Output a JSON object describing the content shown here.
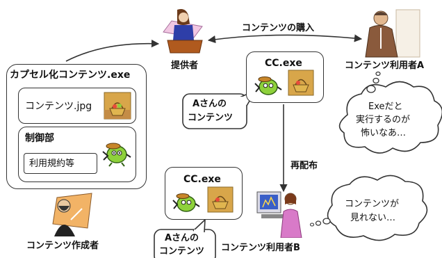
{
  "capsule": {
    "title": "カプセル化コンテンツ.exe",
    "content_file": "コンテンツ.jpg",
    "control_title": "制御部",
    "terms_label": "利用規約等"
  },
  "actors": {
    "creator": "コンテンツ作成者",
    "provider": "提供者",
    "user_a": "コンテンツ利用者A",
    "user_b": "コンテンツ利用者B"
  },
  "arrows": {
    "purchase": "コンテンツの購入",
    "redistribute": "再配布"
  },
  "cc_top": {
    "label": "CC.exe",
    "note": [
      "Aさんの",
      "コンテンツ"
    ]
  },
  "cc_bottom": {
    "label": "CC.exe",
    "note": [
      "Aさんの",
      "コンテンツ"
    ]
  },
  "thought_a": [
    "Exeだと",
    "実行するのが",
    "怖いなあ…"
  ],
  "thought_b": [
    "コンテンツが",
    "見れない…"
  ],
  "colors": {
    "frog_body": "#8ed13b",
    "frog_dark": "#2f5f12",
    "basket_bg": "#d8a64a",
    "arrow": "#333333"
  },
  "icons": [
    "person-icon",
    "frog-mascot-icon",
    "basket-picture-icon"
  ]
}
